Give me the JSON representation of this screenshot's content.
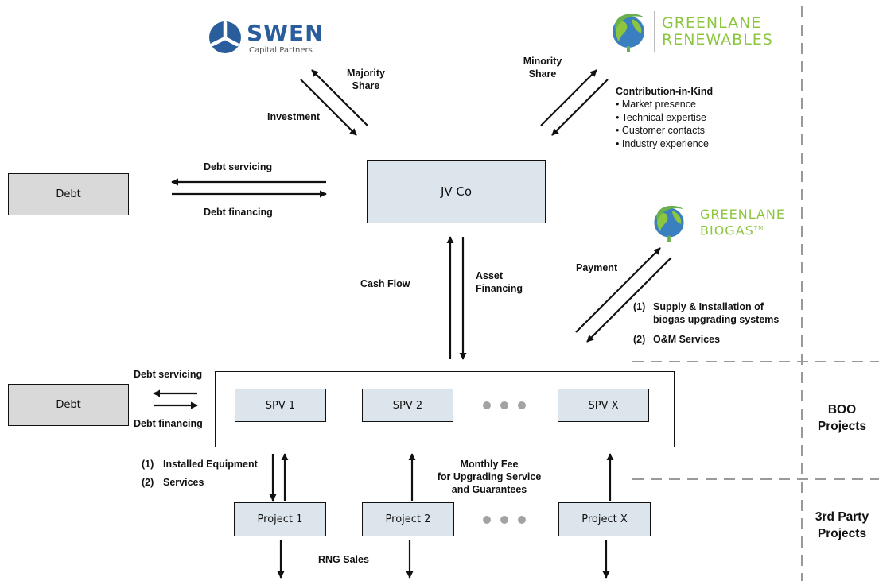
{
  "swen": {
    "name": "SWEN",
    "sub": "Capital Partners"
  },
  "greenlane_renewables": {
    "line1": "GREENLANE",
    "line2": "RENEWABLES"
  },
  "greenlane_biogas": {
    "line1": "GREENLANE",
    "line2": "BIOGAS",
    "tm": "TM"
  },
  "colors": {
    "swen_blue": "#2a5d9b",
    "greenlane_green": "#8cc63f",
    "box_gray": "#d9d9d9",
    "box_blue": "#dde5ec",
    "dashed": "#9a9a9a",
    "dots": "#a3a3a3"
  },
  "labels": {
    "majority_share_1": "Majority",
    "majority_share_2": "Share",
    "investment": "Investment",
    "minority_share_1": "Minority",
    "minority_share_2": "Share",
    "contribution_title": "Contribution-in-Kind",
    "contribution_items": [
      "• Market presence",
      "• Technical expertise",
      "• Customer contacts",
      "• Industry experience"
    ],
    "debt_servicing_top": "Debt servicing",
    "debt_financing_top": "Debt financing",
    "cash_flow": "Cash Flow",
    "asset_financing_1": "Asset",
    "asset_financing_2": "Financing",
    "payment": "Payment",
    "supply_num": "(1)",
    "supply_1": "Supply & Installation of",
    "supply_2": "biogas upgrading systems",
    "om_num": "(2)",
    "om": "O&M Services",
    "debt_servicing_mid": "Debt servicing",
    "debt_financing_mid": "Debt financing",
    "installed_num": "(1)",
    "installed": "Installed Equipment",
    "services_num": "(2)",
    "services": "Services",
    "monthly_1": "Monthly Fee",
    "monthly_2": "for Upgrading Service",
    "monthly_3": "and Guarantees",
    "rng_sales": "RNG Sales"
  },
  "boxes": {
    "debt_top": "Debt",
    "jvco": "JV Co",
    "debt_mid": "Debt",
    "spv1": "SPV 1",
    "spv2": "SPV 2",
    "spvx": "SPV X",
    "project1": "Project 1",
    "project2": "Project 2",
    "projectx": "Project X"
  },
  "sections": {
    "boo_1": "BOO",
    "boo_2": "Projects",
    "third_1": "3rd Party",
    "third_2": "Projects"
  }
}
